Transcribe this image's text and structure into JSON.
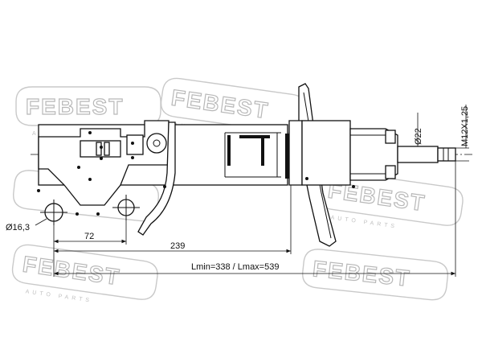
{
  "watermark": {
    "brand": "FEBEST",
    "tagline": "AUTO PARTS"
  },
  "dimensions": {
    "eye_diameter": "Ø16,3",
    "eye_spacing": "72",
    "mount_length": "239",
    "stroke_range": "Lmin=338 / Lmax=539",
    "rod_diameter": "Ø22",
    "thread": "M12X1,25"
  },
  "colors": {
    "line": "#111111",
    "watermark": "#c9c9c9",
    "background": "#ffffff"
  }
}
